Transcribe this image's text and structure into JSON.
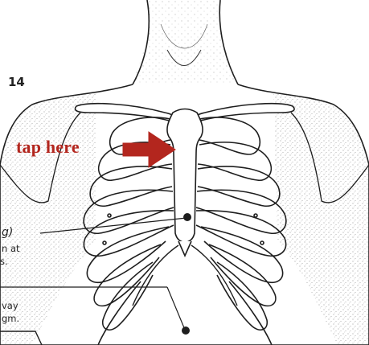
{
  "page": {
    "number": "14"
  },
  "callout": {
    "text": "tap here",
    "color": "#b3261e"
  },
  "side_labels": [
    {
      "text": "g)"
    },
    {
      "text": "n at"
    },
    {
      "text": "s."
    },
    {
      "text": "vay"
    },
    {
      "text": "gm."
    }
  ],
  "colors": {
    "ink": "#1e1e1e",
    "shading": "#444444",
    "paper": "#ffffff"
  },
  "icons": {
    "callout_arrow": "right-arrow-icon"
  }
}
